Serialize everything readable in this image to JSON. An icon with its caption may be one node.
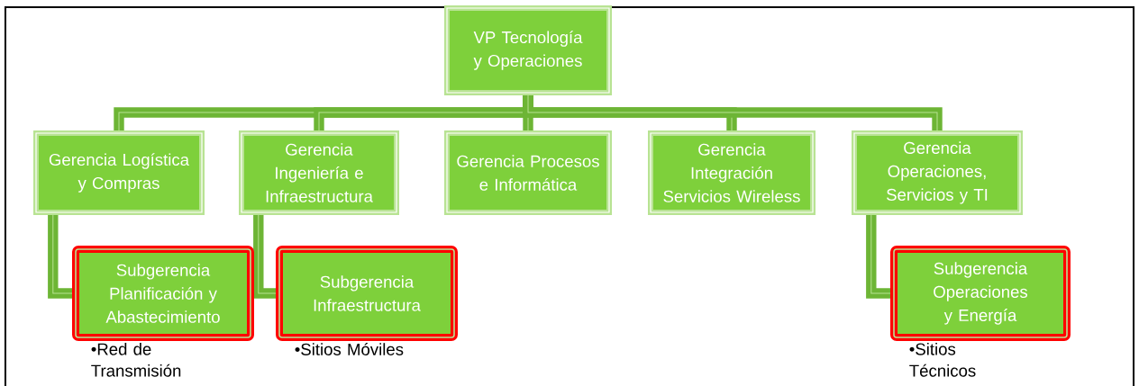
{
  "diagram": {
    "nodes": [
      {
        "text": [
          "VP Tecnología y Operaciones"
        ]
      },
      {
        "text": [
          "Gerencia Logística y Compras"
        ]
      },
      {
        "text": [
          "Gerencia Ingeniería e Infraestructura"
        ]
      },
      {
        "text": [
          "Gerencia Procesos e Informática"
        ]
      },
      {
        "text": [
          "Gerencia Integración Servicios Wireless"
        ]
      },
      {
        "text": [
          "Gerencia Operaciones, Servicios y TI"
        ]
      },
      {
        "text": [
          "Subgerencia Planificación y Abastecimiento"
        ],
        "beside": [
          "•Red de Transmisión"
        ]
      },
      {
        "text": [
          "Subgerencia Infraestructura"
        ],
        "beside": [
          "•Sitios Móviles"
        ]
      },
      {
        "text": [
          "Subgerencia Operaciones y Energía"
        ],
        "beside": [
          "•Sitios Técnicos"
        ]
      }
    ],
    "edges": [
      {
        "from": 0,
        "to": 1,
        "arrow": "none"
      },
      {
        "from": 0,
        "to": 2,
        "arrow": "none"
      },
      {
        "from": 0,
        "to": 3,
        "arrow": "none"
      },
      {
        "from": 0,
        "to": 4,
        "arrow": "none"
      },
      {
        "from": 0,
        "to": 5,
        "arrow": "none"
      },
      {
        "from": 1,
        "to": 6,
        "arrow": "none"
      },
      {
        "from": 2,
        "to": 7,
        "arrow": "none"
      },
      {
        "from": 5,
        "to": 8,
        "arrow": "none"
      }
    ]
  }
}
